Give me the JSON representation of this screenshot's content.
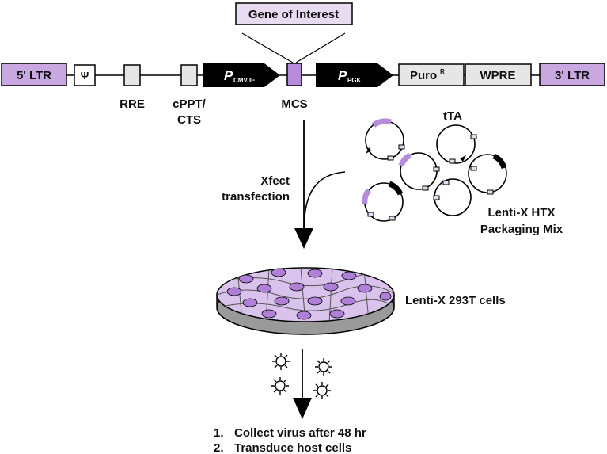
{
  "colors": {
    "purple": "#c9a8e2",
    "purple_dark": "#9b6fc7",
    "gray": "#e6e6e6",
    "black": "#000000",
    "dish_fill": "#d9c3ec",
    "cell_fill": "#b07fd8"
  },
  "vector": {
    "gene_of_interest": "Gene of Interest",
    "ltr5": "5' LTR",
    "psi": "Ψ",
    "rre": "RRE",
    "cppt_line1": "cPPT/",
    "cppt_line2": "CTS",
    "p_cmv": "P",
    "p_cmv_sub": "CMV IE",
    "mcs": "MCS",
    "p_pgk": "P",
    "p_pgk_sub": "PGK",
    "puro": "Puro",
    "puro_sup": "R",
    "wpre": "WPRE",
    "ltr3": "3' LTR"
  },
  "transfection": {
    "line1": "Xfect",
    "line2": "transfection"
  },
  "packaging": {
    "tta": "tTA",
    "line1": "Lenti-X HTX",
    "line2": "Packaging Mix"
  },
  "cells": {
    "label": "Lenti-X 293T cells"
  },
  "steps": [
    {
      "num": "1.",
      "text": "Collect virus after 48 hr"
    },
    {
      "num": "2.",
      "text": "Transduce host cells"
    }
  ]
}
